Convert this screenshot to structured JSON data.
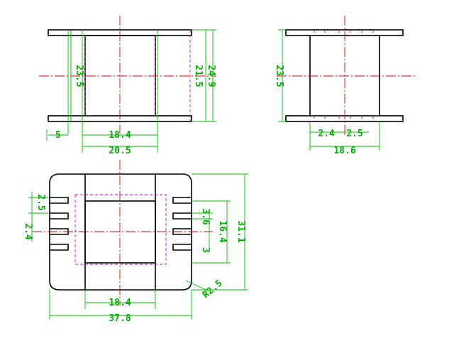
{
  "colors": {
    "outline": "#000000",
    "centerline": "#e00000",
    "hidden": "#d000d0",
    "dimension": "#00b000",
    "background": "#ffffff"
  },
  "views": {
    "front": {
      "dim_flange_inner": "23.5",
      "dim_flange_outer_a": "21.5",
      "dim_flange_outer_b": "24.9",
      "dim_flange_offset": "5",
      "dim_core_width": "18.4",
      "dim_total_width": "20.5"
    },
    "side": {
      "dim_height": "23.5",
      "dim_pitch_a": "2.4",
      "dim_pitch_b": "2.5",
      "dim_width": "18.6"
    },
    "top": {
      "dim_slot_a": "2.4",
      "dim_slot_b": "2.5",
      "dim_slot_c": "3.6",
      "dim_slot_d": "3",
      "dim_inner_height": "16.4",
      "dim_outer_height": "31.1",
      "dim_core_width": "18.4",
      "dim_total_width": "37.8",
      "dim_radius": "R2.5"
    }
  }
}
